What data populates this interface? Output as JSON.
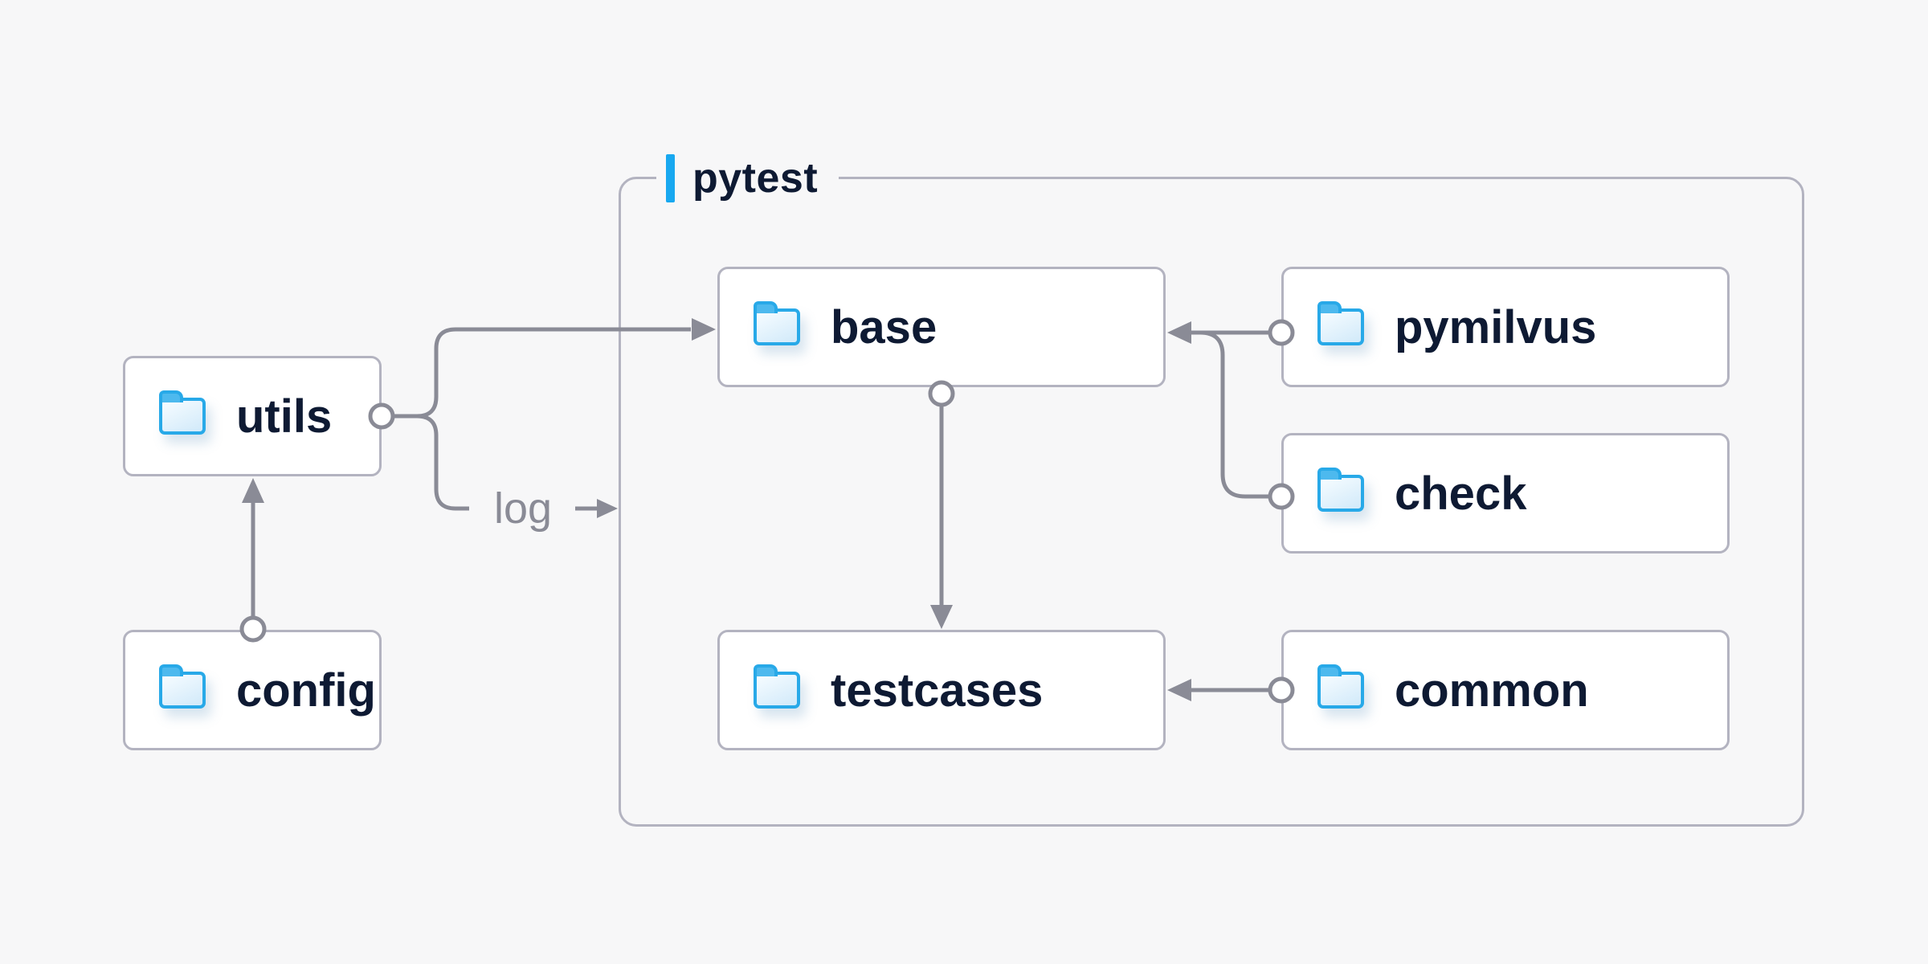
{
  "diagram": {
    "container": {
      "label": "pytest"
    },
    "nodes": [
      {
        "id": "utils",
        "label": "utils"
      },
      {
        "id": "config",
        "label": "config"
      },
      {
        "id": "base",
        "label": "base"
      },
      {
        "id": "pymilvus",
        "label": "pymilvus"
      },
      {
        "id": "check",
        "label": "check"
      },
      {
        "id": "testcases",
        "label": "testcases"
      },
      {
        "id": "common",
        "label": "common"
      }
    ],
    "edges": [
      {
        "from": "config",
        "to": "utils"
      },
      {
        "from": "utils",
        "to": "base"
      },
      {
        "from": "utils",
        "to": "pytest",
        "label": "log"
      },
      {
        "from": "pymilvus",
        "to": "base"
      },
      {
        "from": "check",
        "to": "base"
      },
      {
        "from": "base",
        "to": "testcases"
      },
      {
        "from": "common",
        "to": "testcases"
      }
    ],
    "edge_label": "log",
    "colors": {
      "background": "#f7f7f8",
      "node_fill": "#ffffff",
      "node_border": "#b3b3c0",
      "connector": "#8a8b96",
      "label_text": "#0e1a33",
      "accent_blue": "#18a8f0",
      "folder_blue": "#28a9e8"
    },
    "icon": "folder-icon"
  }
}
